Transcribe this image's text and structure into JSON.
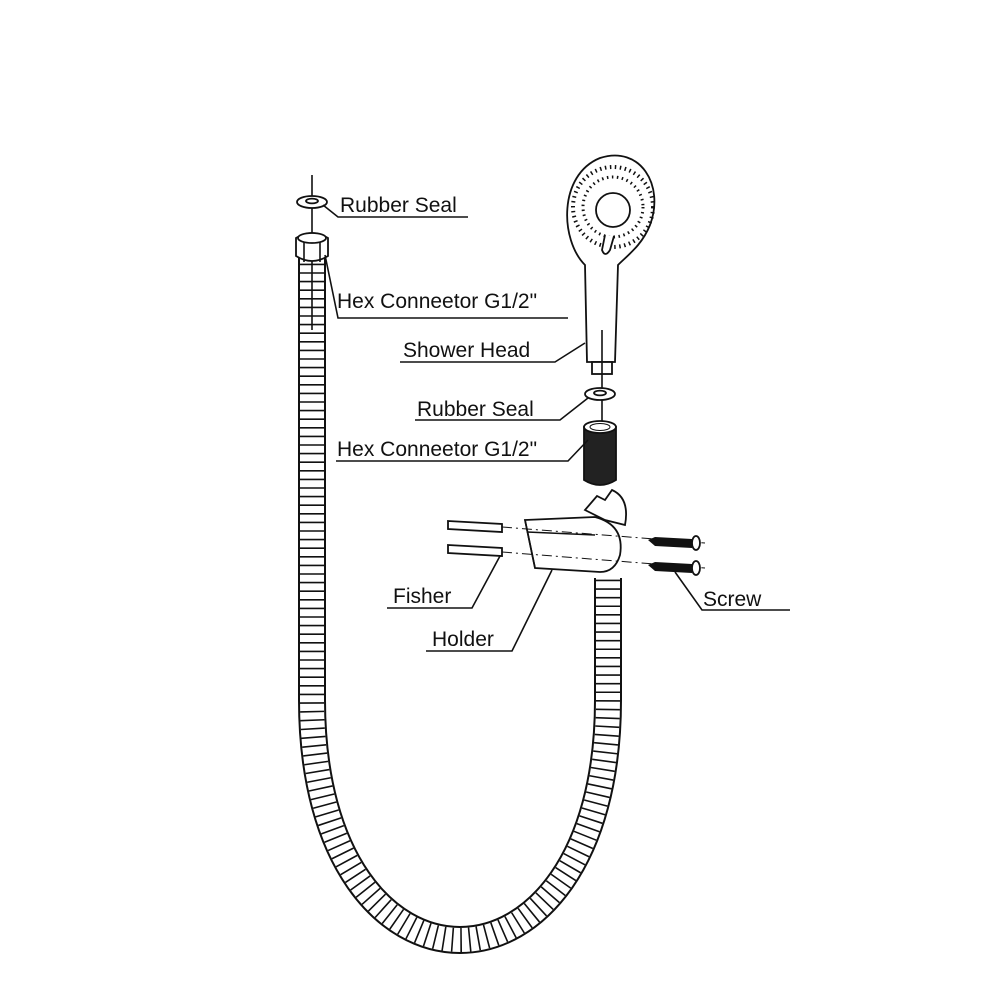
{
  "diagram": {
    "labels": {
      "rubber_seal_top": "Rubber Seal",
      "hex_connector_top": "Hex Conneetor G1/2\"",
      "shower_head": "Shower Head",
      "rubber_seal_bottom": "Rubber Seal",
      "hex_connector_bottom": "Hex Conneetor G1/2\"",
      "fisher": "Fisher",
      "holder": "Holder",
      "screw": "Screw"
    }
  }
}
